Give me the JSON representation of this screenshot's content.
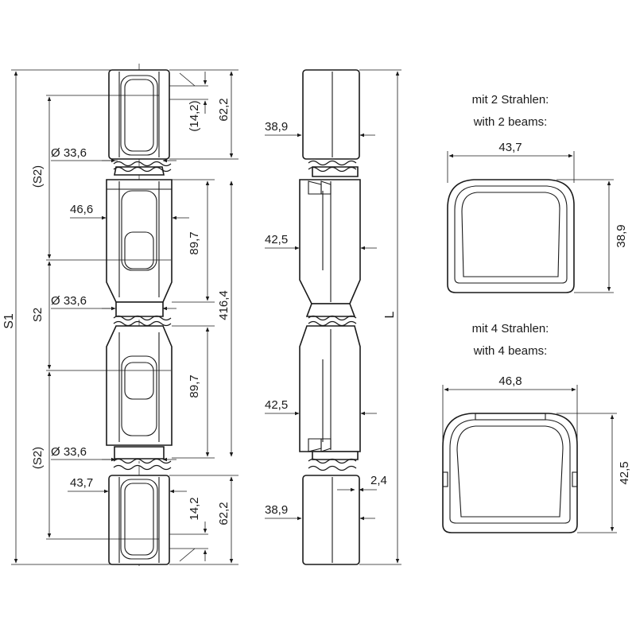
{
  "views": {
    "front": {
      "labels": {
        "s1": "S1",
        "s2_top": "(S2)",
        "s2_mid": "S2",
        "s2_bottom": "(S2)",
        "dia_top": "Ø 33,6",
        "dia_mid": "Ø 33,6",
        "dia_bottom": "Ø 33,6",
        "width_46_6": "46,6",
        "width_43_7": "43,7",
        "height_14_2_top": "(14,2)",
        "height_62_2_top": "62,2",
        "height_89_7_a": "89,7",
        "height_416_4": "416,4",
        "height_89_7_b": "89,7",
        "height_14_2_bottom": "14,2",
        "height_62_2_bottom": "62,2"
      }
    },
    "side": {
      "labels": {
        "depth_38_9_top": "38,9",
        "depth_42_5_a": "42,5",
        "depth_42_5_b": "42,5",
        "depth_38_9_bottom": "38,9",
        "gap_2_4": "2,4",
        "length_L": "L"
      }
    },
    "section_2_beams": {
      "title_de": "mit 2 Strahlen:",
      "title_en": "with 2 beams:",
      "width": "43,7",
      "height": "38,9"
    },
    "section_4_beams": {
      "title_de": "mit 4 Strahlen:",
      "title_en": "with 4 beams:",
      "width": "46,8",
      "height": "42,5"
    }
  }
}
